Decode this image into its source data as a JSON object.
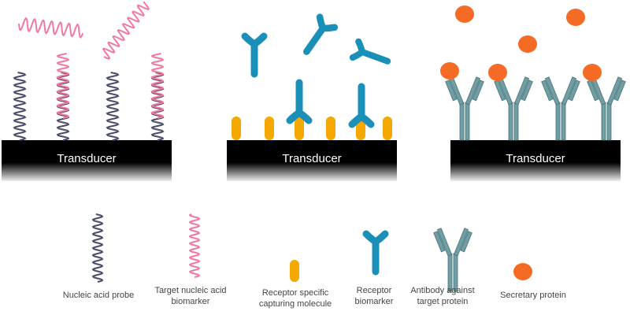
{
  "panels": [
    {
      "transducer_label": "Transducer"
    },
    {
      "transducer_label": "Transducer"
    },
    {
      "transducer_label": "Transducer"
    }
  ],
  "legend": [
    {
      "label": "Nucleic acid probe",
      "icon": "probe-coil"
    },
    {
      "label": "Target nucleic acid biomarker",
      "icon": "target-coil"
    },
    {
      "label": "Receptor specific capturing molecule",
      "icon": "capture-rod"
    },
    {
      "label": "Receptor biomarker",
      "icon": "receptor-y"
    },
    {
      "label": "Antibody against target protein",
      "icon": "antibody"
    },
    {
      "label": "Secretary protein",
      "icon": "protein-dot"
    }
  ],
  "colors": {
    "probe": "#4a4c6a",
    "target": "#f07aa0",
    "capture": "#f5a800",
    "receptor": "#1a8fb8",
    "antibody": "#6f9ea4",
    "protein": "#f56a25",
    "transducer": "#000000"
  }
}
